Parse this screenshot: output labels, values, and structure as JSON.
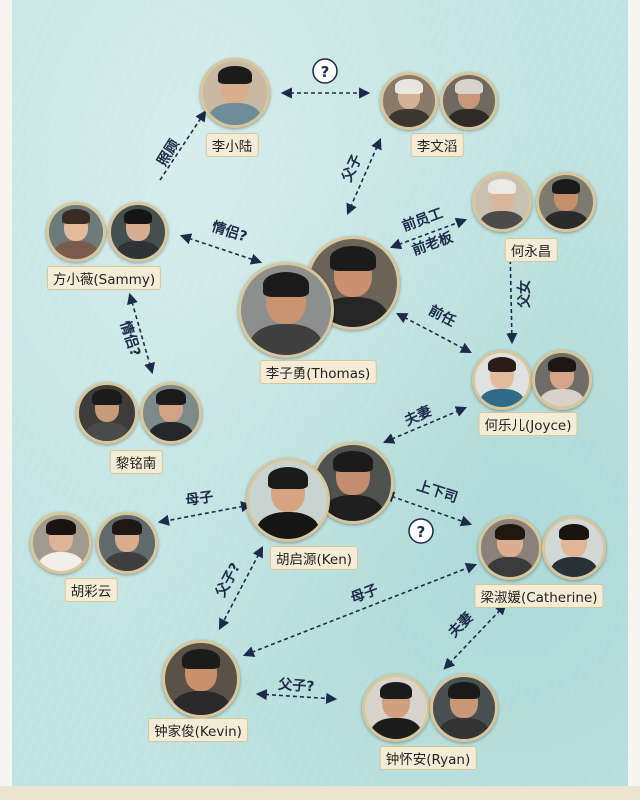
{
  "colors": {
    "background": "#bfe3e1",
    "edge": "#1e2a4a",
    "photo_border": "#d8c79a",
    "name_bg": "#f4ecd6"
  },
  "characters": [
    {
      "id": "li-xiaolu",
      "name": "李小陆"
    },
    {
      "id": "li-wentao",
      "name": "李文滔"
    },
    {
      "id": "sammy",
      "name": "方小薇(Sammy)"
    },
    {
      "id": "he-yongchang",
      "name": "何永昌"
    },
    {
      "id": "thomas",
      "name": "李子勇(Thomas)"
    },
    {
      "id": "joyce",
      "name": "何乐儿(Joyce)"
    },
    {
      "id": "li-mingnan",
      "name": "黎铭南"
    },
    {
      "id": "ken",
      "name": "胡启源(Ken)"
    },
    {
      "id": "hu-caiyun",
      "name": "胡彩云"
    },
    {
      "id": "catherine",
      "name": "梁淑媛(Catherine)"
    },
    {
      "id": "kevin",
      "name": "钟家俊(Kevin)"
    },
    {
      "id": "ryan",
      "name": "钟怀安(Ryan)"
    }
  ],
  "relations": [
    {
      "id": "xiaolu-wentao",
      "label": "?",
      "question": true
    },
    {
      "id": "sammy-xiaolu",
      "label": "照顾"
    },
    {
      "id": "wentao-thomas",
      "label": "父子"
    },
    {
      "id": "sammy-thomas",
      "label": "情侣?"
    },
    {
      "id": "thomas-he",
      "label_lines": [
        "前员工",
        "前老板"
      ]
    },
    {
      "id": "he-joyce",
      "label": "父女"
    },
    {
      "id": "thomas-joyce",
      "label": "前任"
    },
    {
      "id": "sammy-mingnan",
      "label": "情侣?"
    },
    {
      "id": "ken-joyce",
      "label": "夫妻"
    },
    {
      "id": "ken-huicaiyun",
      "label": "母子"
    },
    {
      "id": "ken-catherine",
      "label": "上下司",
      "question": true
    },
    {
      "id": "ken-kevin",
      "label": "父子?"
    },
    {
      "id": "kevin-catherine",
      "label": "母子"
    },
    {
      "id": "catherine-ryan",
      "label": "夫妻"
    },
    {
      "id": "kevin-ryan",
      "label": "父子?"
    }
  ]
}
